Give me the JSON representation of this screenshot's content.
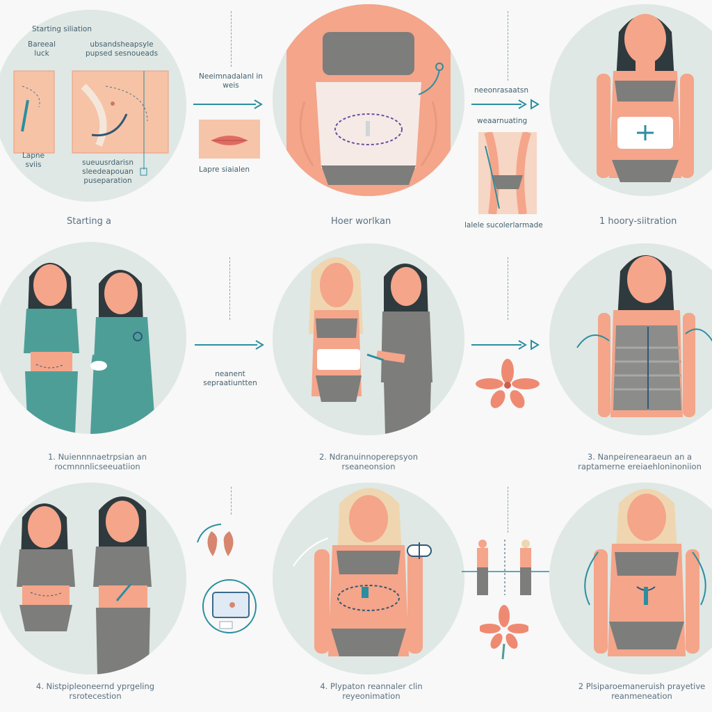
{
  "row1": {
    "panel1": {
      "title": "Starting siliation",
      "label_a": "Bareeal luck",
      "label_b": "ubsandsheapsyle pupsed sesnoueads",
      "label_c": "Lapne sviis",
      "label_d": "sueuusrdarisn sleedeapouan puseparation",
      "caption": "Starting a"
    },
    "connector1": {
      "label_top": "Neeimnadalanl in weis",
      "label_bottom": "Lapre siaialen"
    },
    "panel2": {
      "caption": "Hoer worlkan"
    },
    "connector2": {
      "label_top": "neeonrasaatsn",
      "label_mid": "weaarnuating",
      "label_bottom": "lalele sucolerlarmade"
    },
    "panel3": {
      "caption": "1 hoory-siitration"
    }
  },
  "row2": {
    "connector1": {
      "label": "neanent sepraatiuntten"
    },
    "caption1": "1. Nuiennnnaetrpsian an rocmnnnlicseeuatiion",
    "caption2": "2. Ndranuinnoperepsyon rseaneonsion",
    "caption3": "3. Nanpeirenearaeun an a raptamerne ereiaehloninoniion"
  },
  "row3": {
    "caption1": "4. Nistpipleoneernd yprgeling rsrotecestion",
    "caption2": "4. Plypaton reannaler clin reyeonimation",
    "caption3": "2 Plsiparoemaneruish prayetive reanmeneation"
  },
  "colors": {
    "bg": "#f7f8f7",
    "circle": "#dfe8e4",
    "skin": "#f4a58a",
    "garment": "#7d7d7b",
    "scrubs": "#4e9e98",
    "hair_dark": "#2e3a3e",
    "hair_blonde": "#efd6b0",
    "accent": "#2a8ea0",
    "flower": "#ef8a72"
  }
}
